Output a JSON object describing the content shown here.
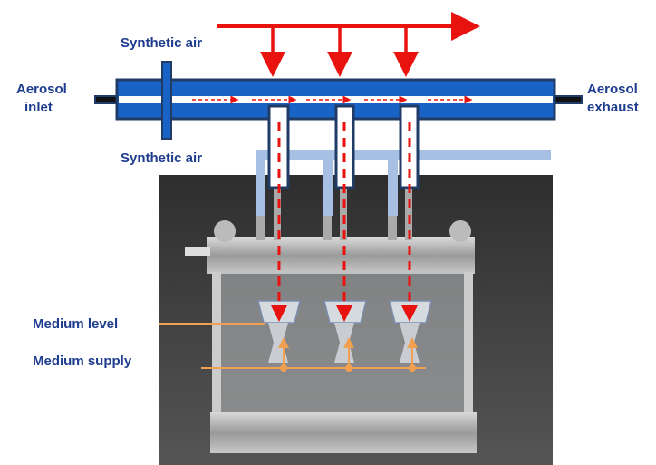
{
  "labels": {
    "synthetic_air_top": "Synthetic air",
    "synthetic_air_bottom": "Synthetic air",
    "aerosol_inlet_line1": "Aerosol",
    "aerosol_inlet_line2": "inlet",
    "aerosol_exhaust_line1": "Aerosol",
    "aerosol_exhaust_line2": "exhaust",
    "medium_level": "Medium level",
    "medium_supply": "Medium supply"
  },
  "colors": {
    "tube_blue": "#1a63c6",
    "outline": "#1f3b66",
    "air_line_blue": "#a6bfe2",
    "flow_red": "#e8120f",
    "medium_orange": "#f0a050",
    "label_blue": "#1f3d8f"
  }
}
